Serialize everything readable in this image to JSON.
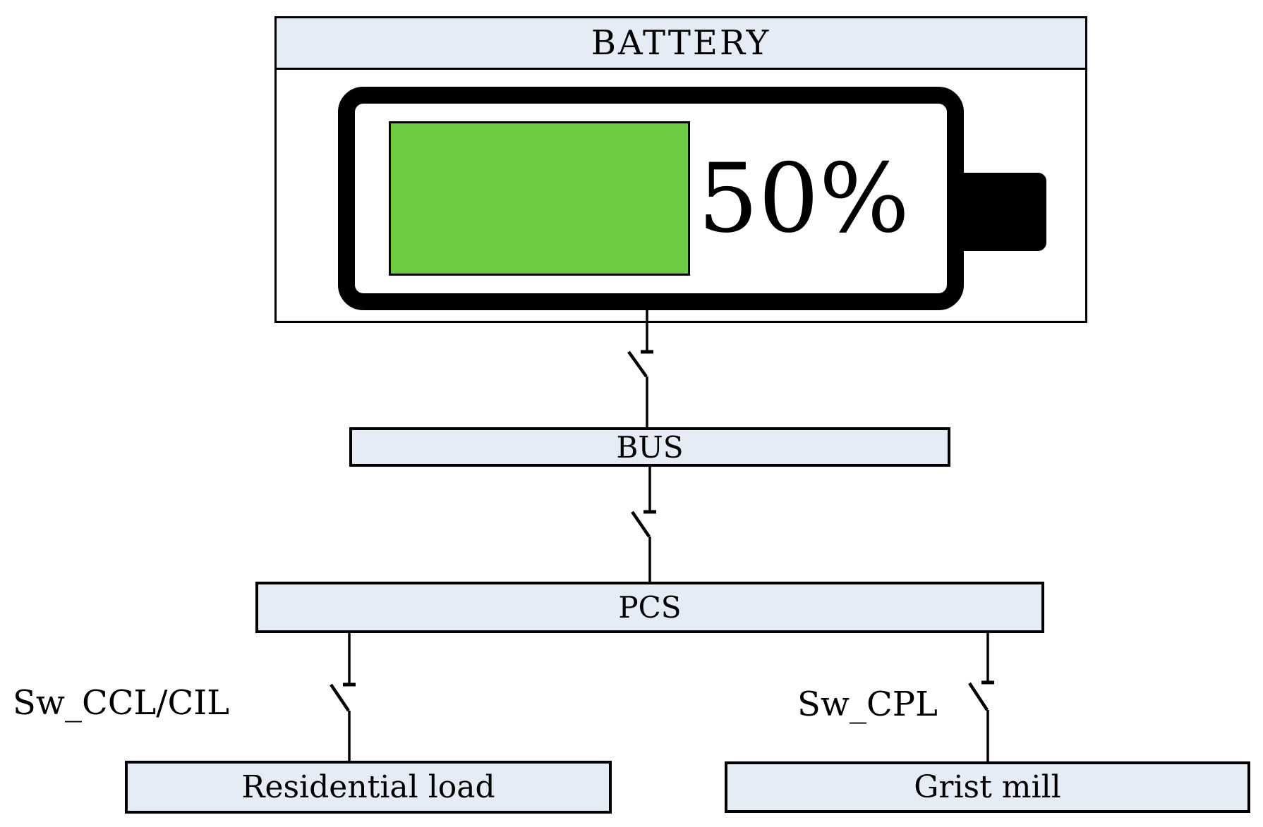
{
  "colors": {
    "box_fill": "#E6ECF6",
    "charge_fill": "#6CCB40",
    "line": "#000000",
    "text": "#000000"
  },
  "battery": {
    "title": "BATTERY",
    "charge_label": "50%",
    "charge_percent": 50
  },
  "bus": {
    "label": "BUS"
  },
  "pcs": {
    "label": "PCS"
  },
  "switch_labels": {
    "left": "Sw_CCL/CIL",
    "right": "Sw_CPL"
  },
  "loads": {
    "left": "Residential load",
    "right": "Grist mill"
  }
}
